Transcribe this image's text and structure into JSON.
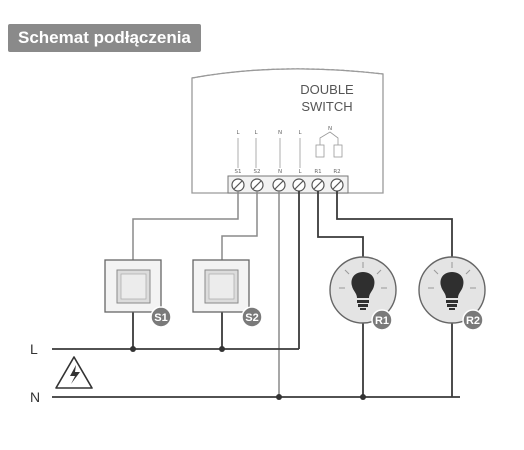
{
  "title": "Schemat podłączenia",
  "module": {
    "line1": "DOUBLE",
    "line2": "SWITCH"
  },
  "terminals": [
    "S1",
    "S2",
    "N",
    "L",
    "R1",
    "R2"
  ],
  "terminal_top_labels": [
    "L",
    "L",
    "N",
    "L",
    "N"
  ],
  "switches": [
    {
      "label": "S1"
    },
    {
      "label": "S2"
    }
  ],
  "bulbs": [
    {
      "label": "R1"
    },
    {
      "label": "R2"
    }
  ],
  "lines": {
    "live": "L",
    "neutral": "N"
  },
  "colors": {
    "title_bg": "#8a8a8a",
    "badge": "#7a7a7a",
    "wire": "#3a3a3a"
  }
}
